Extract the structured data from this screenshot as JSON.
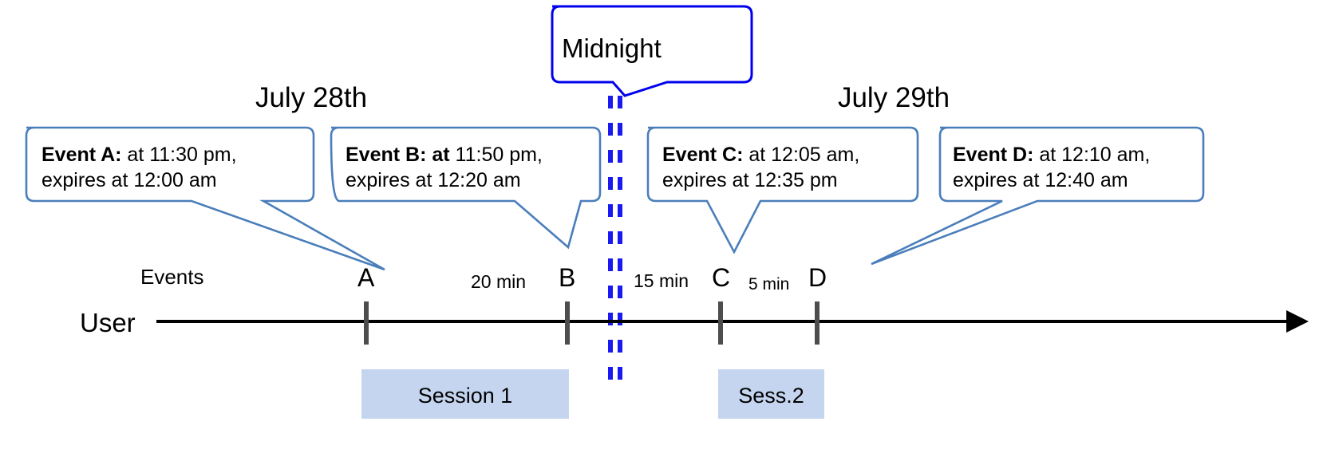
{
  "diagram": {
    "title_midnight": "Midnight",
    "dates": [
      {
        "label": "July 28th"
      },
      {
        "label": "July 29th"
      }
    ],
    "row_labels": {
      "events": "Events",
      "user": "User"
    },
    "callouts": [
      {
        "id": "event-a",
        "bold": "Event A:",
        "line1_rest": " at 11:30 pm,",
        "line2": "expires at 12:00 am"
      },
      {
        "id": "event-b",
        "bold": "Event B: at",
        "line1_rest": " 11:50 pm,",
        "line2": "expires at 12:20 am"
      },
      {
        "id": "event-c",
        "bold": "Event C:",
        "line1_rest": " at 12:05 am,",
        "line2": "expires at 12:35 pm"
      },
      {
        "id": "event-d",
        "bold": "Event D:",
        "line1_rest": "  at 12:10 am,",
        "line2": "expires at 12:40 am"
      }
    ],
    "markers": [
      {
        "label": "A"
      },
      {
        "label": "B"
      },
      {
        "label": "C"
      },
      {
        "label": "D"
      }
    ],
    "gaps": [
      {
        "label": "20 min"
      },
      {
        "label": "15 min"
      },
      {
        "label": "5 min"
      }
    ],
    "sessions": [
      {
        "label": "Session 1"
      },
      {
        "label": "Sess.2"
      }
    ],
    "colors": {
      "callout_border": "#4a7ebb",
      "midnight_border": "#0000ee",
      "midnight_dash": "#1a1af0",
      "session_fill": "#c5d5f0",
      "marker": "#4d4d4d",
      "axis": "#000000"
    }
  }
}
